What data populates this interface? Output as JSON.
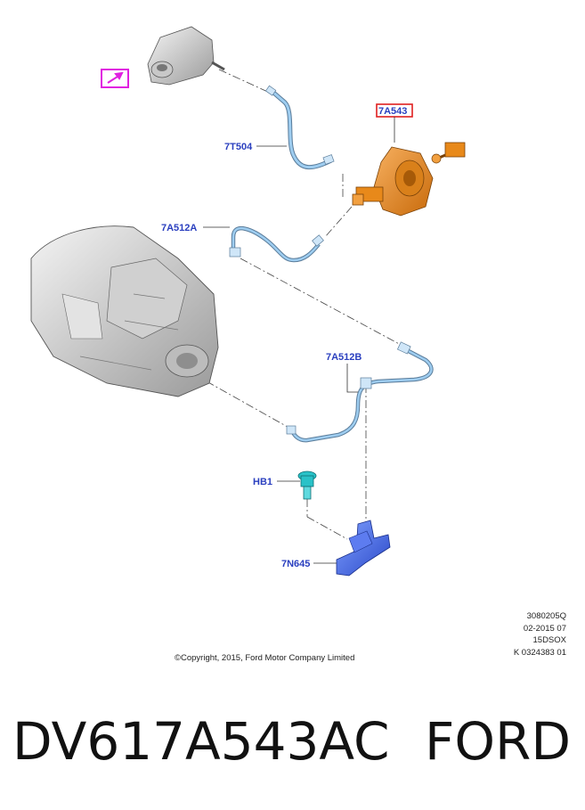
{
  "diagram": {
    "callouts": {
      "reservoir_hose": "7T504",
      "slave_cylinder": "7A543",
      "pipe_upper": "7A512A",
      "pipe_lower": "7A512B",
      "bolt": "HB1",
      "bracket": "7N645"
    },
    "icons": {
      "reference_arrow": "arrow-up-right-icon"
    },
    "colors": {
      "callout_text": "#2a3fbf",
      "highlight_box": "#e02020",
      "reference_box": "#e020e0",
      "slave_cylinder_fill": "#e8891a",
      "pipe_fill": "#9ecdf0",
      "bolt_fill": "#29c2c8",
      "bracket_fill": "#3b5fe0"
    }
  },
  "info_block": {
    "line1": "3080205Q",
    "line2": "02-2015 07",
    "line3": "15DSOX",
    "line4": "K 0324383 01"
  },
  "copyright": "©Copyright, 2015, Ford Motor Company Limited",
  "footer": {
    "part_number": "DV617A543AC",
    "brand": "FORD"
  }
}
